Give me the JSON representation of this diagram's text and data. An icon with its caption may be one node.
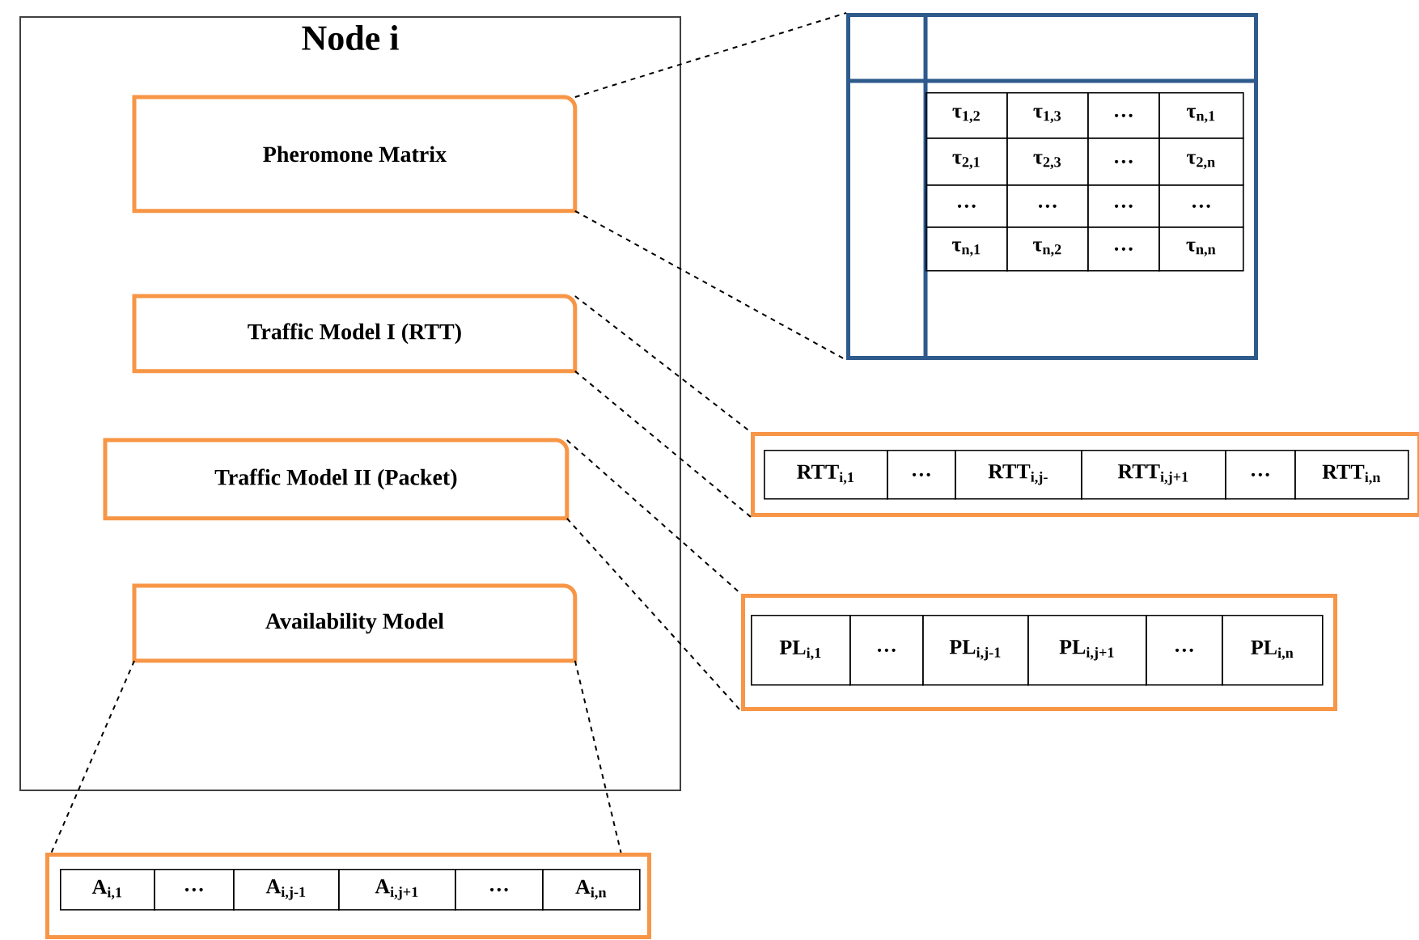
{
  "diagram": {
    "nodes": [
      {
        "text": [
          "Node i"
        ]
      },
      {
        "text": [
          "Pheromone Matrix"
        ],
        "in": 0
      },
      {
        "text": [
          "Traffic Model I (RTT)"
        ],
        "in": 0
      },
      {
        "text": [
          "Traffic Model II (Packet)"
        ],
        "in": 0
      },
      {
        "text": [
          "Availability Model"
        ],
        "in": 0
      },
      {
        "text": [],
        "shape": "box"
      },
      {
        "text": [],
        "shape": "box"
      },
      {
        "text": [],
        "shape": "box"
      },
      {
        "text": [],
        "shape": "box"
      }
    ],
    "edges": [
      {
        "from": 1,
        "to": 5,
        "arrow": "none",
        "style": "dashed"
      },
      {
        "from": 1,
        "to": 5,
        "arrow": "none",
        "style": "dashed"
      },
      {
        "from": 2,
        "to": 6,
        "arrow": "none",
        "style": "dashed"
      },
      {
        "from": 2,
        "to": 6,
        "arrow": "none",
        "style": "dashed"
      },
      {
        "from": 3,
        "to": 7,
        "arrow": "none",
        "style": "dashed"
      },
      {
        "from": 3,
        "to": 7,
        "arrow": "none",
        "style": "dashed"
      },
      {
        "from": 4,
        "to": 8,
        "arrow": "none",
        "style": "dashed"
      },
      {
        "from": 4,
        "to": 8,
        "arrow": "none",
        "style": "dashed"
      }
    ],
    "labels": [
      "τ$_{1,2}$",
      "τ$_{1,3}$",
      "…",
      "τ$_{n,1}$",
      "τ$_{2,1}$",
      "τ$_{2,3}$",
      "…",
      "τ$_{2,n}$",
      "…",
      "…",
      "…",
      "…",
      "τ$_{n,1}$",
      "τ$_{n,2}$",
      "…",
      "τ$_{n,n}$",
      "RTT$_{i,1}$",
      "…",
      "RTT$_{i,j-}$",
      "RTT$_{i,j+1}$",
      "…",
      "RTT$_{i,n}$",
      "PL$_{i,1}$",
      "…",
      "PL$_{i,j-1}$",
      "PL$_{i,j+1}$",
      "…",
      "PL$_{i,n}$",
      "A$_{i,1}$",
      "…",
      "A$_{i,j-1}$",
      "A$_{i,j+1}$",
      "…",
      "A$_{i,n}$"
    ]
  }
}
